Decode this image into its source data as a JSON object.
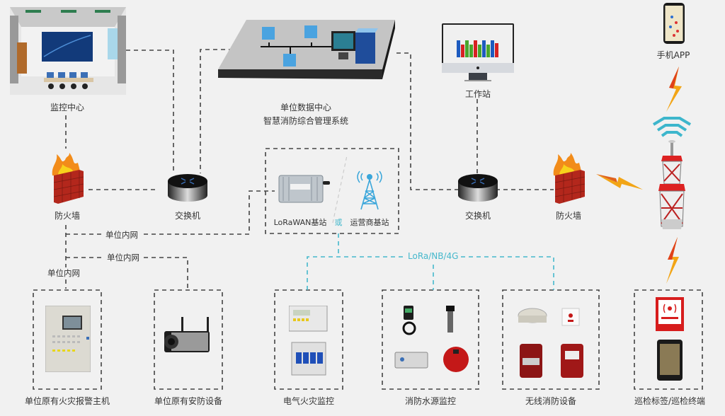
{
  "title": "智慧消防综合管理系统网络拓扑",
  "colors": {
    "background": "#f1f1f1",
    "line_dark": "#444444",
    "line_blue": "#45b8cc",
    "fire_red": "#c0281e",
    "flame_orange": "#f28c1a",
    "lightning": "#f2a516"
  },
  "nodes": {
    "monitor_center": {
      "label": "监控中心",
      "icon": "control-room-icon"
    },
    "data_center": {
      "label_line1": "单位数据中心",
      "label_line2": "智慧消防综合管理系统",
      "icon": "data-center-icon"
    },
    "workstation": {
      "label": "工作站",
      "icon": "monitor-chart-icon"
    },
    "mobile_app": {
      "label": "手机APP",
      "icon": "smartphone-icon"
    },
    "firewall_left": {
      "label": "防火墙",
      "icon": "firewall-icon"
    },
    "switch_left": {
      "label": "交换机",
      "icon": "switch-icon"
    },
    "lorawan": {
      "label": "LoRaWAN基站",
      "icon": "gateway-icon"
    },
    "or_text": "或",
    "carrier": {
      "label": "运营商基站",
      "icon": "antenna-tower-icon"
    },
    "switch_right": {
      "label": "交换机",
      "icon": "switch-icon"
    },
    "firewall_right": {
      "label": "防火墙",
      "icon": "firewall-icon"
    },
    "cell_tower": {
      "icon": "cell-tower-icon"
    }
  },
  "links": {
    "lan_labels": [
      "单位内网",
      "单位内网",
      "单位内网"
    ],
    "wireless_label": "LoRa/NB/4G"
  },
  "devices": [
    {
      "label": "单位原有火灾报警主机",
      "icon": "fire-alarm-panel-icon"
    },
    {
      "label": "单位原有安防设备",
      "icon": "security-camera-icon"
    },
    {
      "label": "电气火灾监控",
      "icon": "electrical-monitor-icon"
    },
    {
      "label": "消防水源监控",
      "icon": "water-monitor-icon"
    },
    {
      "label": "无线消防设备",
      "icon": "wireless-fire-device-icon"
    },
    {
      "label": "巡检标签/巡检终端",
      "icon": "rfid-terminal-icon"
    }
  ]
}
